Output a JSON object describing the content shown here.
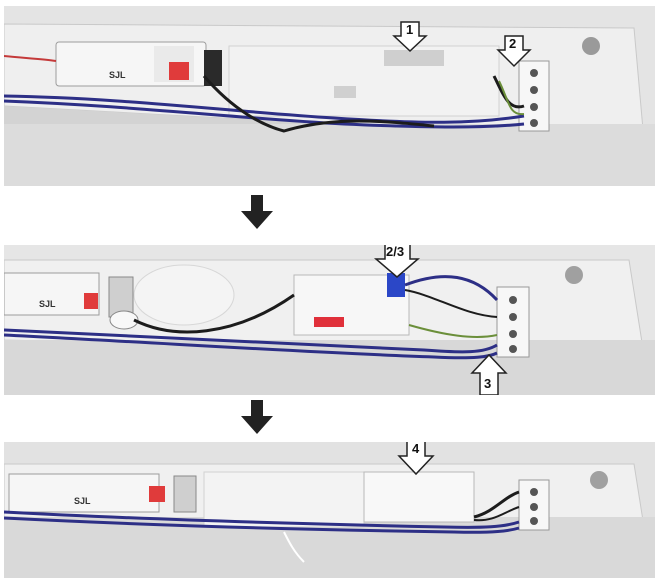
{
  "steps": [
    {
      "callouts": [
        {
          "label": "1"
        },
        {
          "label": "2"
        }
      ],
      "driver_label": "SJL"
    },
    {
      "callouts": [
        {
          "label": "2/3"
        },
        {
          "label": "3"
        }
      ],
      "driver_label": "SJL"
    },
    {
      "callouts": [
        {
          "label": "4"
        }
      ],
      "driver_label": "SJL"
    }
  ],
  "colors": {
    "housing": "#dcdcdc",
    "wire_blue": "#2d2f86",
    "wire_black": "#1c1c1c",
    "sensor_switch": "#e0303a",
    "connector_blue": "#2b47c7",
    "arrow": "#222222"
  }
}
